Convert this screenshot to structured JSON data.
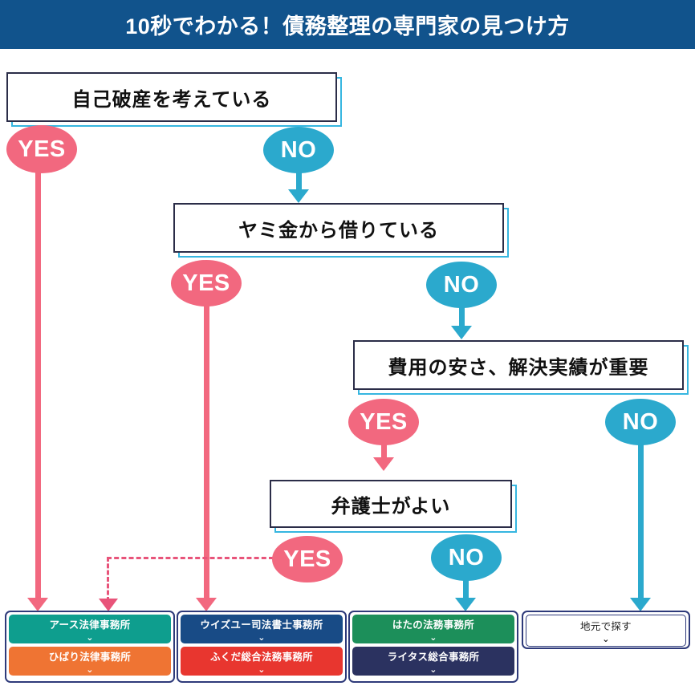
{
  "header": {
    "title": "10秒でわかる！債務整理の専門家の見つけ方"
  },
  "colors": {
    "header_blue": "#11538c",
    "yes_pink": "#f2687f",
    "no_cyan": "#2ba9cd",
    "box_border": "#2b2d48",
    "box_shadow_border": "#36b6e0",
    "column_border": "#2e3a7a"
  },
  "questions": [
    {
      "id": "q1",
      "text": "自己破産を考えている"
    },
    {
      "id": "q2",
      "text": "ヤミ金から借りている"
    },
    {
      "id": "q3",
      "text": "費用の安さ、解決実績が重要"
    },
    {
      "id": "q4",
      "text": "弁護士がよい"
    }
  ],
  "branches": [
    {
      "id": "b1-yes",
      "label": "YES"
    },
    {
      "id": "b1-no",
      "label": "NO"
    },
    {
      "id": "b2-yes",
      "label": "YES"
    },
    {
      "id": "b2-no",
      "label": "NO"
    },
    {
      "id": "b3-yes",
      "label": "YES"
    },
    {
      "id": "b3-no",
      "label": "NO"
    },
    {
      "id": "b4-yes",
      "label": "YES"
    },
    {
      "id": "b4-no",
      "label": "NO"
    }
  ],
  "results": [
    {
      "id": "col1",
      "items": [
        {
          "label": "アース法律事務所",
          "chevron": "⌄",
          "color": "#0e9e8e",
          "style": "filled"
        },
        {
          "label": "ひばり法律事務所",
          "chevron": "⌄",
          "color": "#ef7433",
          "style": "filled"
        }
      ]
    },
    {
      "id": "col2",
      "items": [
        {
          "label": "ウイズユー司法書士事務所",
          "chevron": "⌄",
          "color": "#184b86",
          "style": "filled"
        },
        {
          "label": "ふくだ総合法務事務所",
          "chevron": "⌄",
          "color": "#e8362f",
          "style": "filled"
        }
      ]
    },
    {
      "id": "col3",
      "items": [
        {
          "label": "はたの法務事務所",
          "chevron": "⌄",
          "color": "#1c8f5a",
          "style": "filled"
        },
        {
          "label": "ライタス総合事務所",
          "chevron": "⌄",
          "color": "#2b3260",
          "style": "filled"
        }
      ]
    },
    {
      "id": "col4",
      "items": [
        {
          "label": "地元で探す",
          "chevron": "⌄",
          "color": "#ffffff",
          "style": "plain"
        }
      ]
    }
  ]
}
